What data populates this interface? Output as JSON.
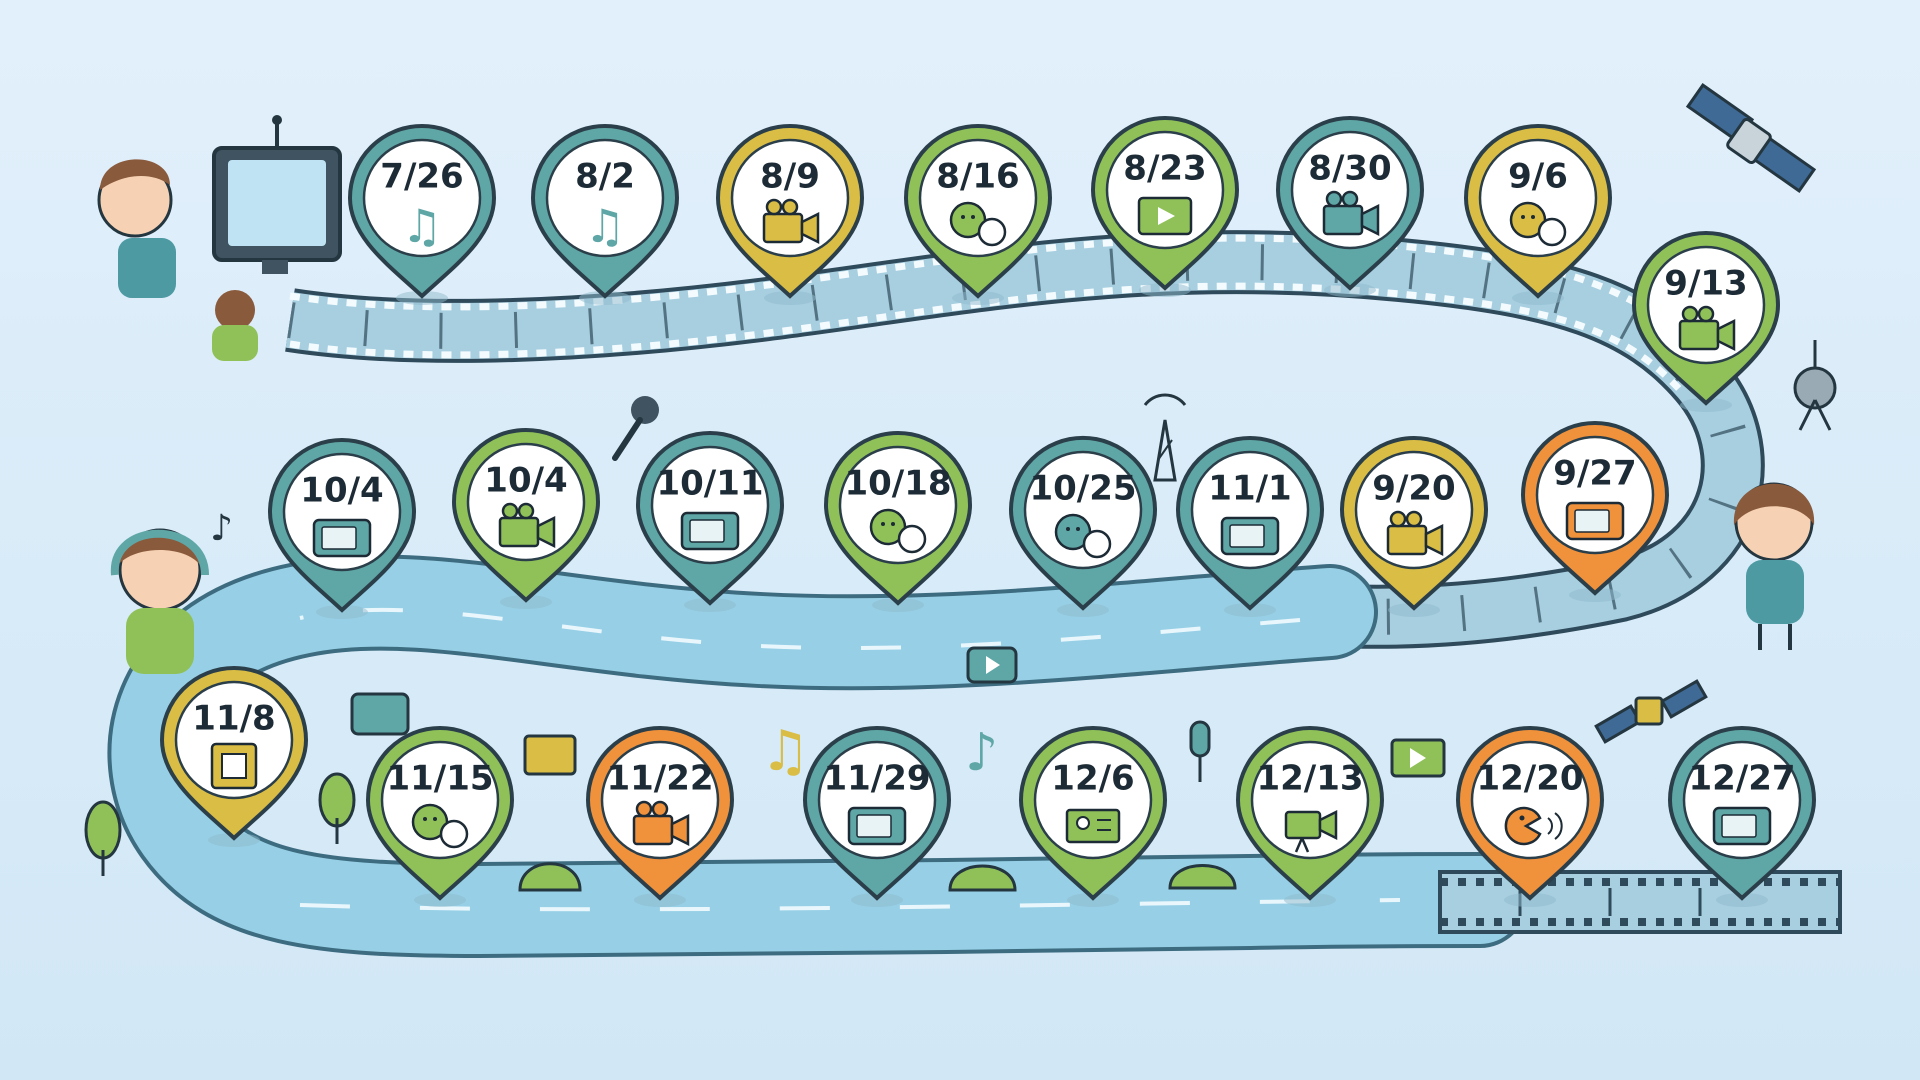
{
  "colors": {
    "teal": "#5fa7a6",
    "green": "#8fc158",
    "yellow": "#d9bd45",
    "orange": "#f0913c",
    "film": "#a7cfe0",
    "film_edge": "#2f4a5a",
    "river": "#97d0e6",
    "ink": "#1c2b35"
  },
  "pins": [
    {
      "label": "7/26",
      "icon": "music-note-icon",
      "color": "teal"
    },
    {
      "label": "8/2",
      "icon": "music-note-icon",
      "color": "teal"
    },
    {
      "label": "8/9",
      "icon": "video-camera-icon",
      "color": "yellow"
    },
    {
      "label": "8/16",
      "icon": "chat-bubbles-icon",
      "color": "green"
    },
    {
      "label": "8/23",
      "icon": "play-screen-icon",
      "color": "green"
    },
    {
      "label": "8/30",
      "icon": "video-camera-icon",
      "color": "teal"
    },
    {
      "label": "9/6",
      "icon": "chat-bubbles-icon",
      "color": "yellow"
    },
    {
      "label": "9/13",
      "icon": "video-camera-icon",
      "color": "green"
    },
    {
      "label": "9/27",
      "icon": "tv-icon",
      "color": "orange"
    },
    {
      "label": "9/20",
      "icon": "video-camera-icon",
      "color": "yellow"
    },
    {
      "label": "11/1",
      "icon": "tv-icon",
      "color": "teal"
    },
    {
      "label": "10/25",
      "icon": "chat-bubbles-icon",
      "color": "teal"
    },
    {
      "label": "10/18",
      "icon": "chat-bubbles-icon",
      "color": "green"
    },
    {
      "label": "10/11",
      "icon": "tv-icon",
      "color": "teal"
    },
    {
      "label": "10/4",
      "icon": "video-camera-icon",
      "color": "green"
    },
    {
      "label": "10/4",
      "icon": "tv-icon",
      "color": "teal"
    },
    {
      "label": "11/8",
      "icon": "film-frame-icon",
      "color": "yellow"
    },
    {
      "label": "11/15",
      "icon": "chat-bubbles-icon",
      "color": "green"
    },
    {
      "label": "11/22",
      "icon": "video-camera-icon",
      "color": "orange"
    },
    {
      "label": "11/29",
      "icon": "tv-icon",
      "color": "teal"
    },
    {
      "label": "12/6",
      "icon": "id-card-icon",
      "color": "green"
    },
    {
      "label": "12/13",
      "icon": "film-camera-icon",
      "color": "green"
    },
    {
      "label": "12/20",
      "icon": "speaking-face-icon",
      "color": "orange"
    },
    {
      "label": "12/27",
      "icon": "tv-icon",
      "color": "teal"
    }
  ],
  "decorations": [
    "child-watching-tv-icon",
    "satellite-icon",
    "antenna-icon",
    "radio-tower-icon",
    "microphone-icon",
    "music-note-icon",
    "tv-icon",
    "tree-icon",
    "bush-icon",
    "girl-with-headphones-icon",
    "girl-standing-icon"
  ]
}
